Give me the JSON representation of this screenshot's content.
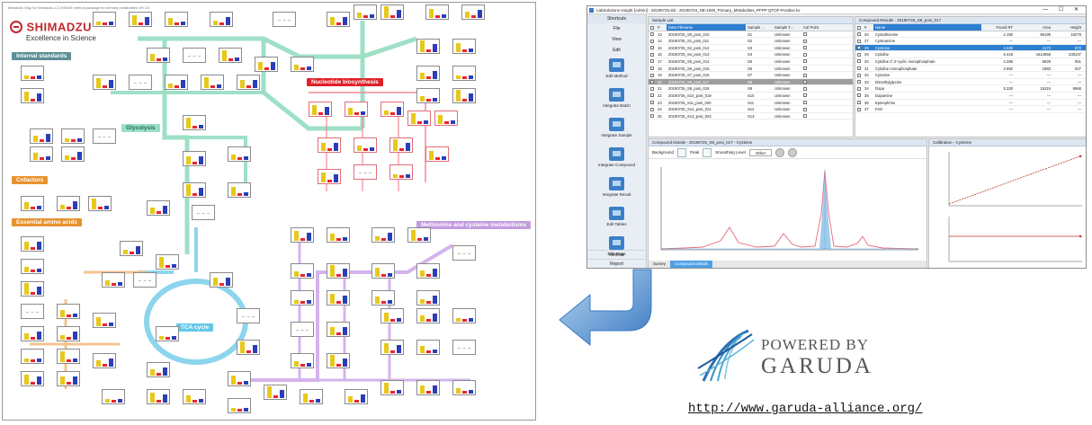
{
  "pathway_map": {
    "caption": "Metabolic Map for Shimadzu LC-MS/MS method package for primary metabolites Ver.3.0",
    "logo": {
      "brand": "SHIMADZU",
      "tagline": "Excellence in Science"
    },
    "categories": [
      {
        "id": "internal",
        "label": "Internal standards",
        "color": "#5d8f96"
      },
      {
        "id": "glycolysis",
        "label": "Glycolysis",
        "color": "#9adfc4"
      },
      {
        "id": "nucleotide",
        "label": "Nucleotide biosynthesis",
        "color": "#e0202a"
      },
      {
        "id": "cofactors",
        "label": "Cofactors",
        "color": "#e8922e"
      },
      {
        "id": "amino",
        "label": "Essential amino acids",
        "color": "#e8922e"
      },
      {
        "id": "methionine",
        "label": "Methionine and cysteine metabolisms",
        "color": "#c49be0"
      },
      {
        "id": "tca",
        "label": "TCA cycle",
        "color": "#62c8e8"
      }
    ]
  },
  "app": {
    "title": "LabSolutions Insight [Admin] - 20190725.sld - 20190724_SB-1000_Primary_Metabolites_PFPP QTOF-Positive.lcr",
    "window_buttons": "—  ☐  ✕",
    "nav": {
      "shortcuts_label": "Shortcuts",
      "menu": [
        "File",
        "View",
        "Edit"
      ],
      "tools": [
        "Edit Method",
        "Integrate Batch",
        "Integrate Sample",
        "Integrate Compound",
        "Integrate Result",
        "Edit Tables",
        "Edit Flags"
      ],
      "bottom": [
        "Review",
        "Report"
      ]
    },
    "sample_list": {
      "title": "Sample List",
      "columns": [
        "#",
        "Data Filename",
        "Sample ...",
        "Sample T...",
        "Cal Point"
      ],
      "rows": [
        [
          "13",
          "20190725_S0_posi_010",
          "S1",
          "Unknown"
        ],
        [
          "14",
          "20190725_S1_posi_011",
          "S2",
          "Unknown"
        ],
        [
          "15",
          "20190725_S2_posi_012",
          "S3",
          "Unknown"
        ],
        [
          "16",
          "20190725_S4_posi_013",
          "S4",
          "Unknown"
        ],
        [
          "17",
          "20190725_S5_posi_014",
          "S5",
          "Unknown"
        ],
        [
          "18",
          "20190725_S6_posi_015",
          "S6",
          "Unknown"
        ],
        [
          "19",
          "20190725_S7_posi_016",
          "S7",
          "Unknown"
        ],
        [
          "20",
          "20190725_S8_posi_017",
          "S8",
          "Unknown"
        ],
        [
          "21",
          "20190725_S8_posi_018",
          "S9",
          "Unknown"
        ],
        [
          "22",
          "20190725_S10_posi_019",
          "S10",
          "Unknown"
        ],
        [
          "23",
          "20190725_S11_posi_020",
          "S11",
          "Unknown"
        ],
        [
          "24",
          "20190725_S12_posi_021",
          "S12",
          "Unknown"
        ],
        [
          "25",
          "20190725_S13_posi_022",
          "S13",
          "Unknown"
        ]
      ],
      "selected_row_index": 7
    },
    "compound_results": {
      "title": "Compound Results - 20190725_S8_posi_017",
      "columns": [
        "#",
        "Name",
        "Found RT",
        "Area",
        "Height"
      ],
      "rows": [
        [
          "26",
          "Cystathionine",
          "2.190",
          "96199",
          "18279"
        ],
        [
          "27",
          "Cysteamine",
          "---",
          "---",
          "---"
        ],
        [
          "28",
          "Cysteine",
          "2.040",
          "4173",
          "672"
        ],
        [
          "29",
          "Cytidine",
          "6.418",
          "1614958",
          "238137"
        ],
        [
          "30",
          "Cytidine 2',3'-cyclic monophosphate",
          "4.285",
          "5829",
          "951"
        ],
        [
          "31",
          "Cytidine monophosphate",
          "2.692",
          "1883",
          "927"
        ],
        [
          "32",
          "Cytosine",
          "---",
          "---",
          "---"
        ],
        [
          "33",
          "Dimethylglycine",
          "---",
          "---",
          "---"
        ],
        [
          "34",
          "Dopa",
          "5.330",
          "15315",
          "6968"
        ],
        [
          "35",
          "Dopamine",
          "---",
          "---",
          "---"
        ],
        [
          "36",
          "Epinephrine",
          "---",
          "---",
          "---"
        ],
        [
          "37",
          "FAD",
          "---",
          "---",
          "---"
        ]
      ],
      "selected_row_index": 2
    },
    "compound_details": {
      "title": "Compound Details - 20190725_S8_posi_017 - Cysteine",
      "background_label": "Background",
      "peak_label": "Peak",
      "smoothing_label": "Smoothing Level",
      "smoothing_value": "Other",
      "tabs": [
        "Survey",
        "Compound Details"
      ],
      "active_tab": 1
    },
    "calibration": {
      "title": "Calibration - Cysteine"
    }
  },
  "garuda": {
    "powered_by": "POWERED BY",
    "brand": "GARUDA",
    "url": "http://www.garuda-alliance.org/"
  }
}
